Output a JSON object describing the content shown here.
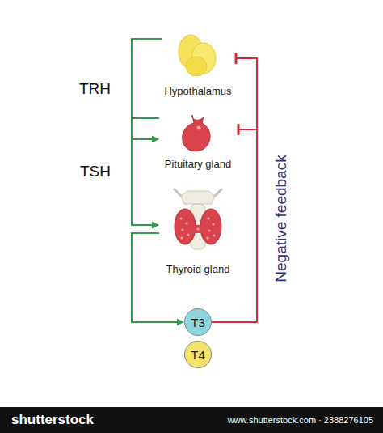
{
  "diagram": {
    "nodes": [
      {
        "text": [
          "Hypothalamus"
        ]
      },
      {
        "text": [
          "Pituitary gland"
        ]
      },
      {
        "text": [
          "Thyroid gland"
        ]
      },
      {
        "text": [
          "T3"
        ]
      },
      {
        "text": [
          "T4"
        ]
      }
    ],
    "edges": [
      {
        "from": 0,
        "to": 1,
        "arrow": "to",
        "label": "TRH"
      },
      {
        "from": 1,
        "to": 2,
        "arrow": "to",
        "label": "TSH"
      },
      {
        "from": 2,
        "to": 3,
        "arrow": "to"
      },
      {
        "from": 3,
        "to": 0,
        "arrow": "to"
      },
      {
        "from": 3,
        "to": 1,
        "arrow": "to"
      }
    ],
    "labels": [
      "Negative feedback",
      "shutterstock",
      "www.shutterstock.com · 2388276105"
    ]
  }
}
